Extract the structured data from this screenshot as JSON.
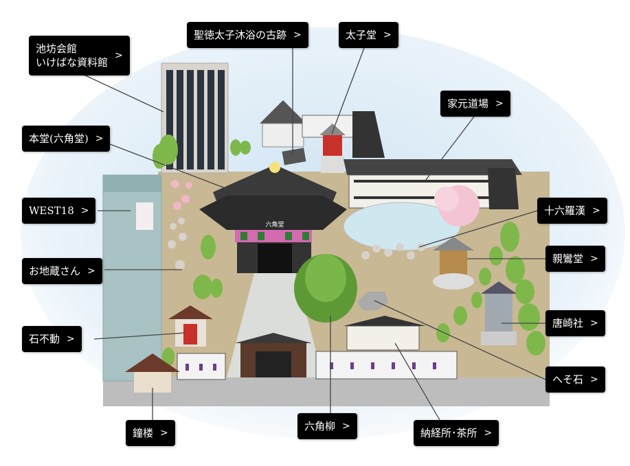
{
  "title": "六角堂 境内マップ",
  "labels": [
    {
      "id": "ikenobo",
      "lines": [
        "池坊会館",
        "いけばな資料館"
      ]
    },
    {
      "id": "shotoku",
      "lines": [
        "聖徳太子沐浴の古跡"
      ]
    },
    {
      "id": "taishido",
      "lines": [
        "太子堂"
      ]
    },
    {
      "id": "iemoto",
      "lines": [
        "家元道場"
      ]
    },
    {
      "id": "hondo",
      "lines": [
        "本堂(六角堂)"
      ]
    },
    {
      "id": "west18",
      "lines": [
        "WEST18"
      ]
    },
    {
      "id": "rakan",
      "lines": [
        "十六羅漢"
      ]
    },
    {
      "id": "shinran",
      "lines": [
        "親鸞堂"
      ]
    },
    {
      "id": "jizo",
      "lines": [
        "お地蔵さん"
      ]
    },
    {
      "id": "karasaki",
      "lines": [
        "唐崎社"
      ]
    },
    {
      "id": "ishifudo",
      "lines": [
        "石不動"
      ]
    },
    {
      "id": "hesoishi",
      "lines": [
        "へそ石"
      ]
    },
    {
      "id": "shoro",
      "lines": [
        "鐘楼"
      ]
    },
    {
      "id": "yanagi",
      "lines": [
        "六角柳"
      ]
    },
    {
      "id": "nokyo",
      "lines": [
        "納経所･茶所"
      ]
    }
  ],
  "chevron": ">",
  "hondo_plaque": "六角堂",
  "colors": {
    "label_bg": "#000000",
    "ground": "#c9b894",
    "sky": "#dcebf6",
    "roof": "#3a3a3a",
    "sakura": "#f2c4d4",
    "tree": "#7fb84a"
  }
}
